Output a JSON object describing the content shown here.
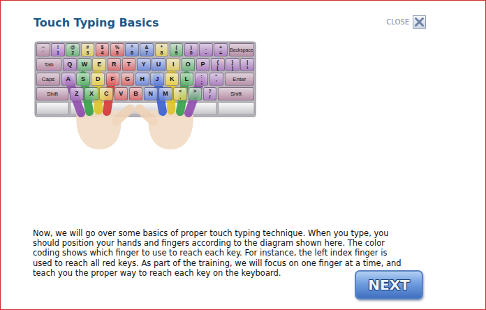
{
  "diagram": {
    "title": "Touch Typing Basics",
    "nodes": [
      {
        "text": [
          "~",
          "`"
        ]
      },
      {
        "text": [
          "!",
          "1"
        ]
      },
      {
        "text": [
          "@",
          "2"
        ]
      },
      {
        "text": [
          "#",
          "3"
        ]
      },
      {
        "text": [
          "$",
          "4"
        ]
      },
      {
        "text": [
          "%",
          "5"
        ]
      },
      {
        "text": [
          "^",
          "6"
        ]
      },
      {
        "text": [
          "&",
          "7"
        ]
      },
      {
        "text": [
          "*",
          "8"
        ]
      },
      {
        "text": [
          "(",
          "9"
        ]
      },
      {
        "text": [
          ")",
          "0"
        ]
      },
      {
        "text": [
          "_",
          "-"
        ]
      },
      {
        "text": [
          "+",
          "="
        ]
      },
      {
        "text": [
          "Backspace"
        ]
      },
      {
        "text": [
          "Tab"
        ]
      },
      {
        "text": [
          "Q"
        ]
      },
      {
        "text": [
          "W"
        ]
      },
      {
        "text": [
          "E"
        ]
      },
      {
        "text": [
          "R"
        ]
      },
      {
        "text": [
          "T"
        ]
      },
      {
        "text": [
          "Y"
        ]
      },
      {
        "text": [
          "U"
        ]
      },
      {
        "text": [
          "I"
        ]
      },
      {
        "text": [
          "O"
        ]
      },
      {
        "text": [
          "P"
        ]
      },
      {
        "text": [
          "{",
          "["
        ]
      },
      {
        "text": [
          "}",
          "]"
        ]
      },
      {
        "text": [
          "|",
          "\\"
        ]
      },
      {
        "text": [
          "Caps"
        ]
      },
      {
        "text": [
          "A"
        ]
      },
      {
        "text": [
          "S"
        ]
      },
      {
        "text": [
          "D"
        ]
      },
      {
        "text": [
          "F"
        ]
      },
      {
        "text": [
          "G"
        ]
      },
      {
        "text": [
          "H"
        ]
      },
      {
        "text": [
          "J"
        ]
      },
      {
        "text": [
          "K"
        ]
      },
      {
        "text": [
          "L"
        ]
      },
      {
        "text": [
          ":",
          ";"
        ]
      },
      {
        "text": [
          "\"",
          "'"
        ]
      },
      {
        "text": [
          "Enter"
        ]
      },
      {
        "text": [
          "Shift"
        ]
      },
      {
        "text": [
          "Z"
        ]
      },
      {
        "text": [
          "X"
        ]
      },
      {
        "text": [
          "C"
        ]
      },
      {
        "text": [
          "V"
        ]
      },
      {
        "text": [
          "B"
        ]
      },
      {
        "text": [
          "N"
        ]
      },
      {
        "text": [
          "M"
        ]
      },
      {
        "text": [
          "<",
          ","
        ]
      },
      {
        "text": [
          ">",
          "."
        ]
      },
      {
        "text": [
          "?",
          "/"
        ]
      },
      {
        "text": [
          "Shift"
        ]
      },
      {
        "text": [
          "NEXT"
        ]
      }
    ],
    "labels": [
      "CLOSE",
      "Now, we will go over some basics of proper touch typing technique. When you type, you should position your hands and fingers according to the diagram shown here. The color coding shows which finger to use to reach each key. For instance, the left index finger is used to reach all red keys. As part of the training, we will focus on one finger at a time, and teach you the proper way to reach each key on the keyboard."
    ]
  }
}
